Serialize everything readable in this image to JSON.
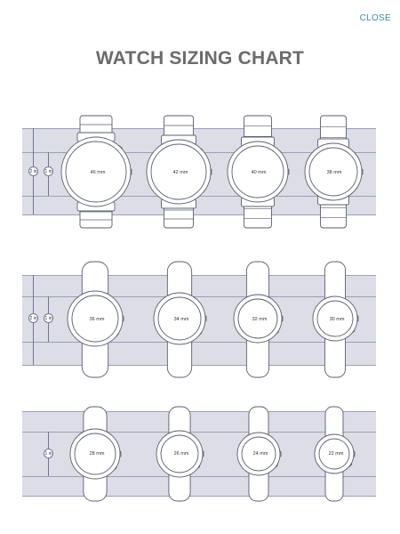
{
  "header": {
    "close_label": "CLOSE"
  },
  "page": {
    "title": "WATCH SIZING CHART"
  },
  "panels": [
    {
      "style": "bracelet",
      "rulers": [
        "2 in",
        "1 in"
      ],
      "watches": [
        {
          "size": "46 mm"
        },
        {
          "size": "42 mm"
        },
        {
          "size": "40 mm"
        },
        {
          "size": "38 mm"
        }
      ]
    },
    {
      "style": "strap",
      "rulers": [
        "2 in",
        "1 in"
      ],
      "watches": [
        {
          "size": "36 mm"
        },
        {
          "size": "34 mm"
        },
        {
          "size": "32 mm"
        },
        {
          "size": "30 mm"
        }
      ]
    },
    {
      "style": "strap-small",
      "rulers": [
        "1 in"
      ],
      "watches": [
        {
          "size": "28 mm"
        },
        {
          "size": "26 mm"
        },
        {
          "size": "24 mm"
        },
        {
          "size": "22 mm"
        }
      ]
    }
  ],
  "colors": {
    "band": "#dcdde6",
    "line": "#9aa0b4",
    "outline": "#5a5f70",
    "accent": "#3a86c8"
  }
}
